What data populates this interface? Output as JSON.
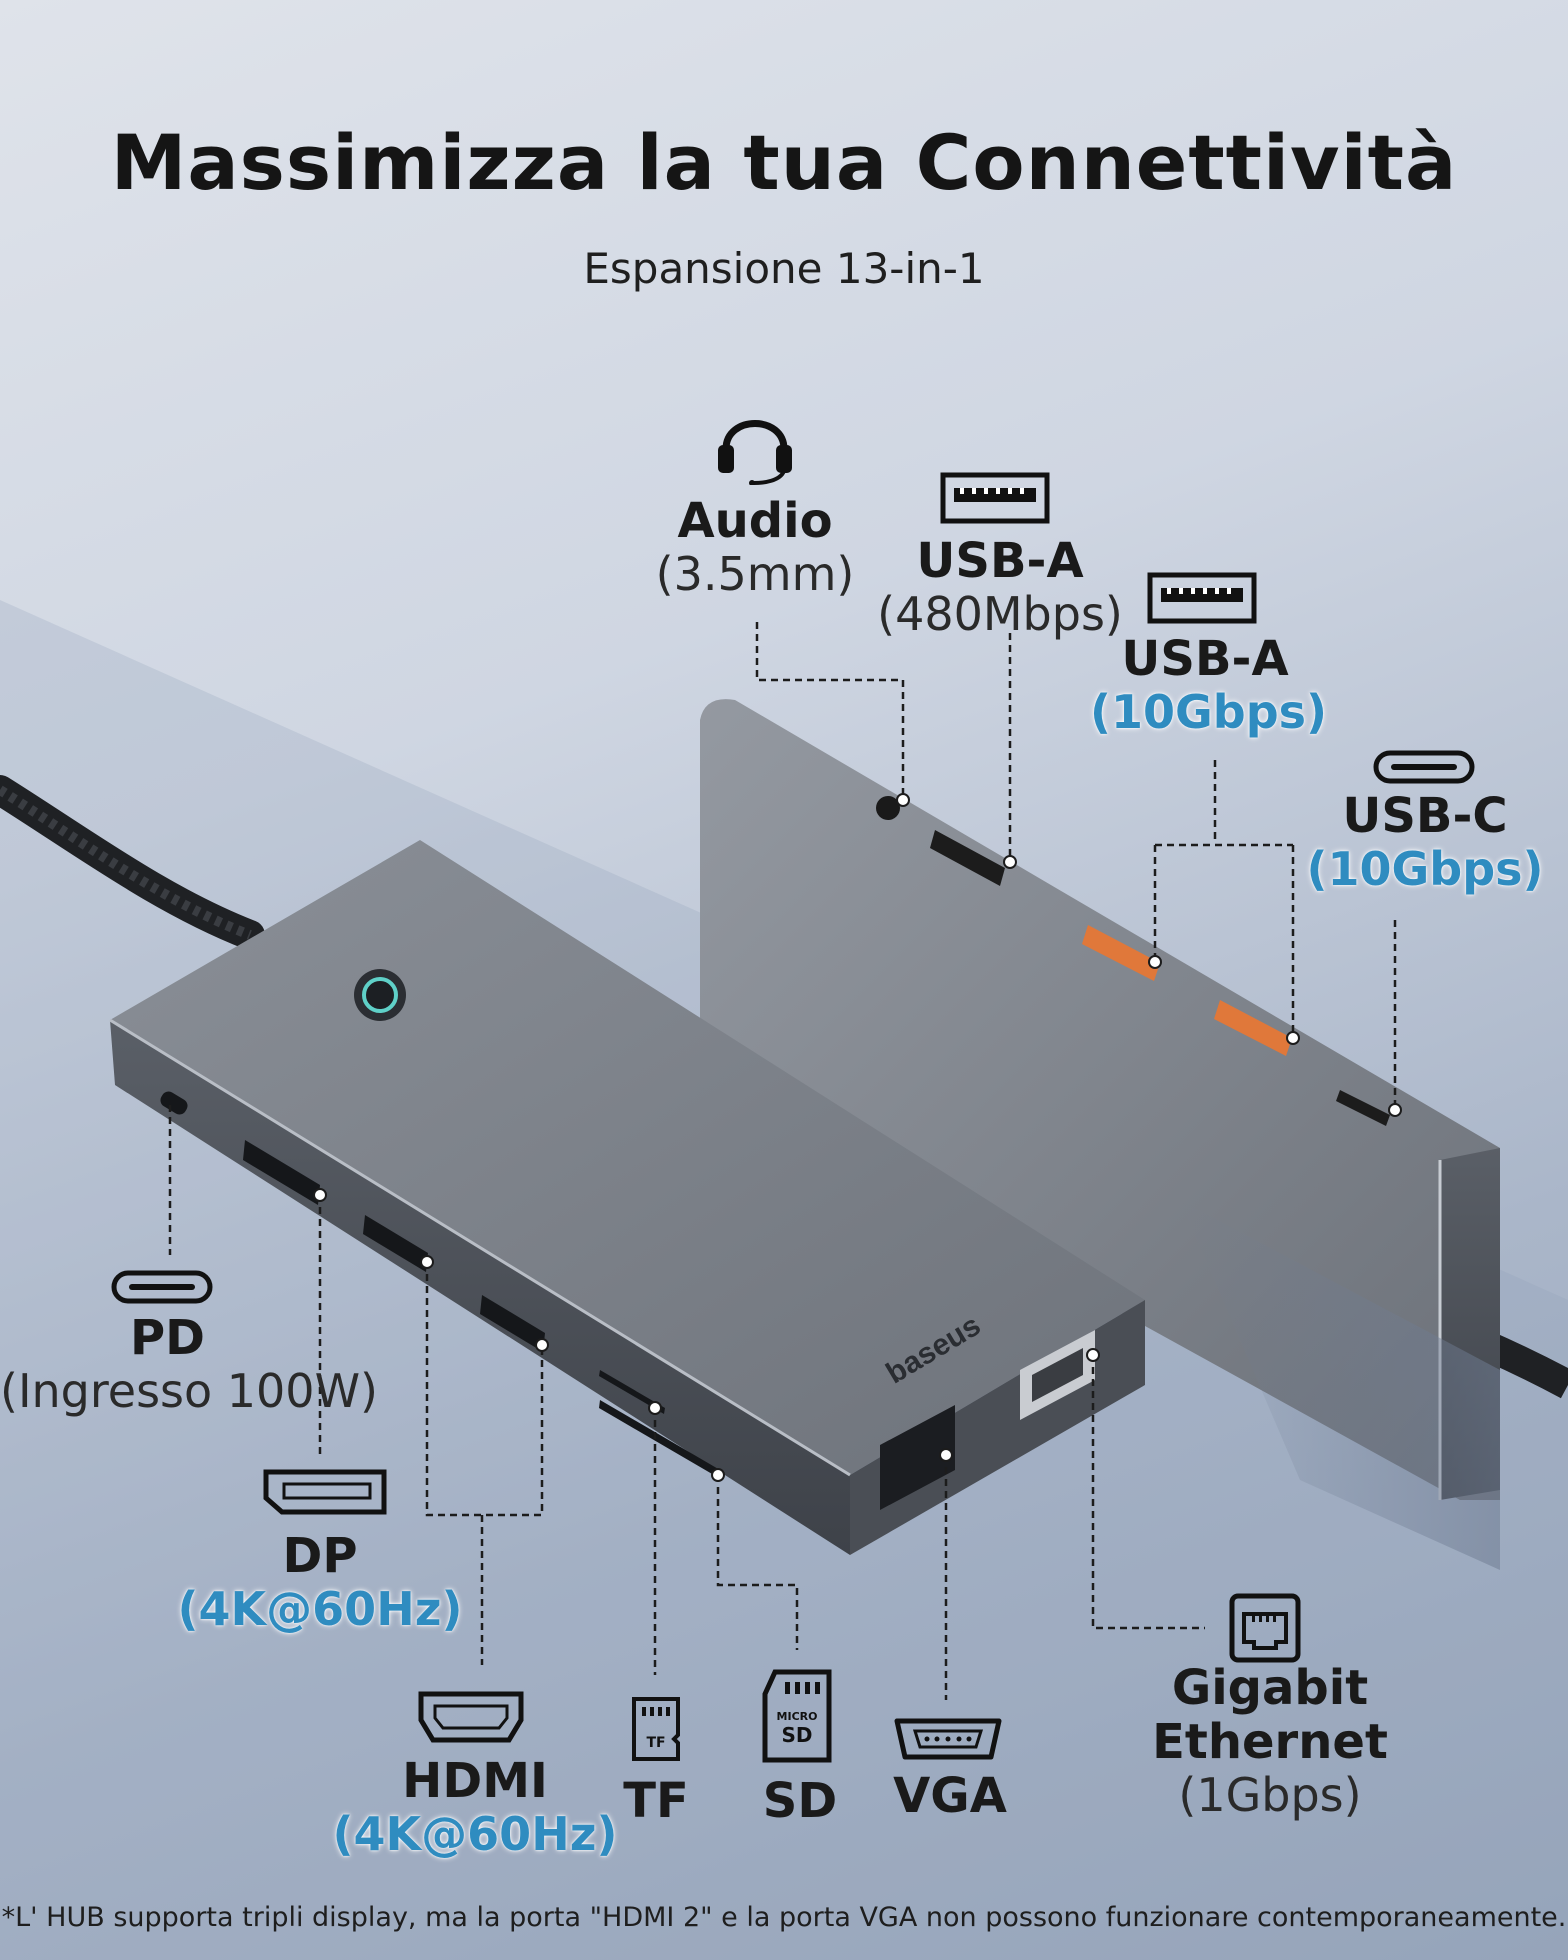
{
  "header": {
    "title": "Massimizza la tua Connettività",
    "subtitle": "Espansione 13-in-1"
  },
  "product": {
    "brand": "baseus"
  },
  "ports": {
    "audio": {
      "name": "Audio",
      "spec": "(3.5mm)"
    },
    "usba_480": {
      "name": "USB-A",
      "spec": "(480Mbps)"
    },
    "usba_10": {
      "name": "USB-A",
      "spec": "(10Gbps)"
    },
    "usbc_10": {
      "name": "USB-C",
      "spec": "(10Gbps)"
    },
    "pd": {
      "name": "PD",
      "spec": "(Ingresso 100W)"
    },
    "dp": {
      "name": "DP",
      "spec": "(4K@60Hz)"
    },
    "hdmi": {
      "name": "HDMI",
      "spec": "(4K@60Hz)"
    },
    "tf": {
      "name": "TF"
    },
    "sd": {
      "name": "SD"
    },
    "vga": {
      "name": "VGA"
    },
    "ethernet": {
      "name_line1": "Gigabit",
      "name_line2": "Ethernet",
      "spec": "(1Gbps)"
    }
  },
  "footnote": "*L' HUB supporta tripli display, ma la porta \"HDMI 2\" e la porta VGA non possono funzionare contemporaneamente.",
  "colors": {
    "highlight_blue": "#2f8cc0",
    "hub_body": "#7c8189",
    "usb_fast": "#e0783a"
  }
}
